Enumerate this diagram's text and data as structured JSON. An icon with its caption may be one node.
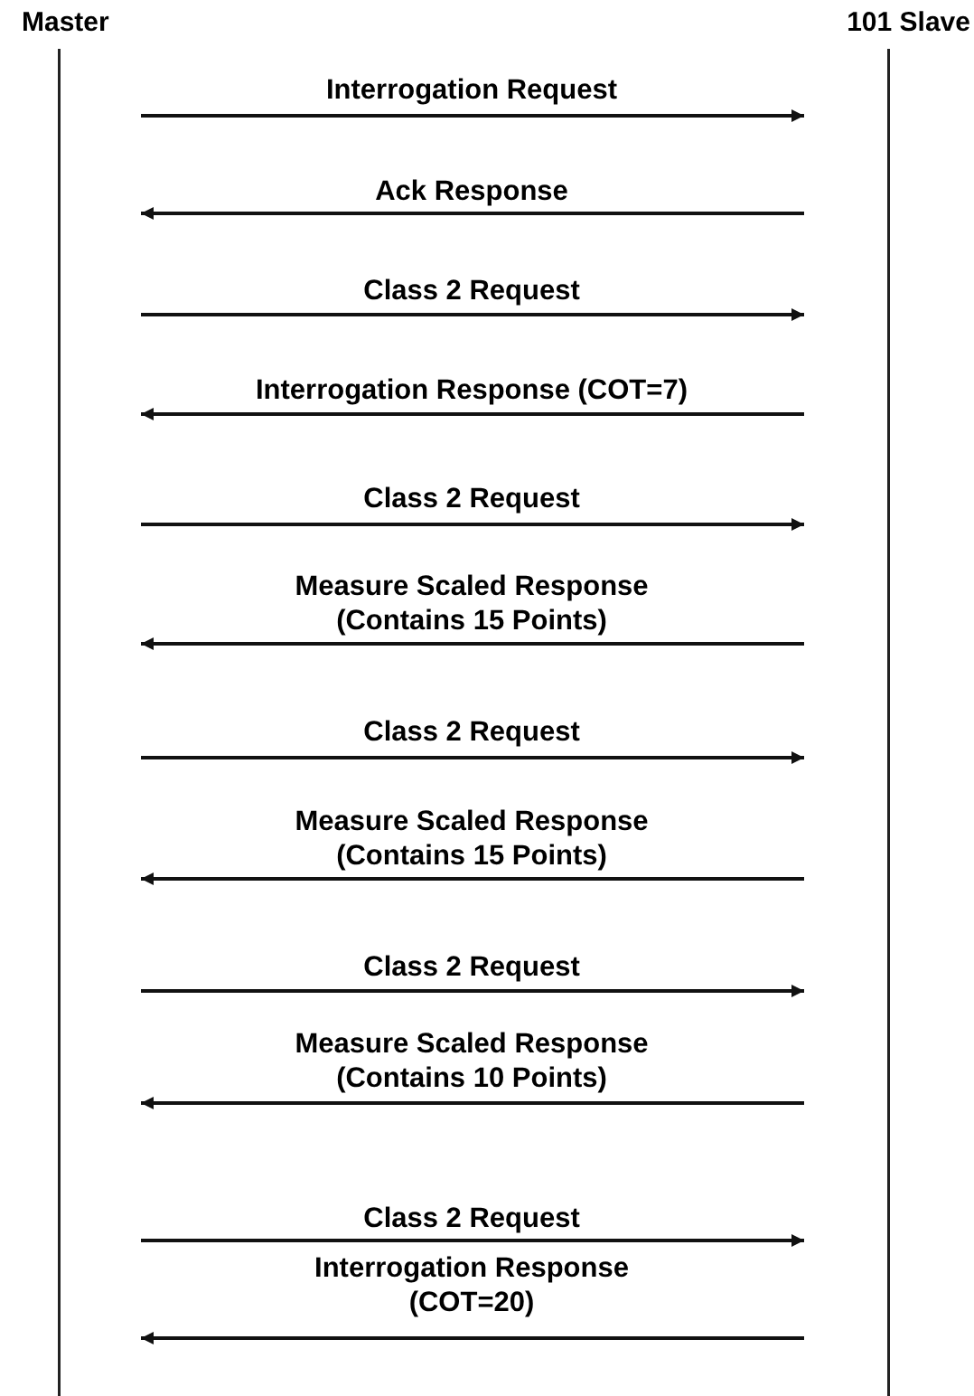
{
  "diagram": {
    "nodes": [
      {
        "text": [
          "Master"
        ]
      },
      {
        "text": [
          "101 Slave"
        ]
      }
    ],
    "edges": [
      {
        "from": 0,
        "to": 1,
        "arrow": "to",
        "label": "Interrogation Request"
      },
      {
        "from": 1,
        "to": 0,
        "arrow": "to",
        "label": "Ack Response"
      },
      {
        "from": 0,
        "to": 1,
        "arrow": "to",
        "label": "Class 2 Request"
      },
      {
        "from": 1,
        "to": 0,
        "arrow": "to",
        "label": "Interrogation Response (COT=7)"
      },
      {
        "from": 0,
        "to": 1,
        "arrow": "to",
        "label": "Class 2 Request"
      },
      {
        "from": 1,
        "to": 0,
        "arrow": "to",
        "label": "Measure Scaled Response (Contains 15 Points)"
      },
      {
        "from": 0,
        "to": 1,
        "arrow": "to",
        "label": "Class 2 Request"
      },
      {
        "from": 1,
        "to": 0,
        "arrow": "to",
        "label": "Measure Scaled Response (Contains 15 Points)"
      },
      {
        "from": 0,
        "to": 1,
        "arrow": "to",
        "label": "Class 2 Request"
      },
      {
        "from": 1,
        "to": 0,
        "arrow": "to",
        "label": "Measure Scaled Response (Contains 10 Points)"
      },
      {
        "from": 0,
        "to": 1,
        "arrow": "to",
        "label": "Class 2 Request"
      },
      {
        "from": 1,
        "to": 0,
        "arrow": "to",
        "label": "Interrogation Response (COT=20)"
      }
    ]
  }
}
